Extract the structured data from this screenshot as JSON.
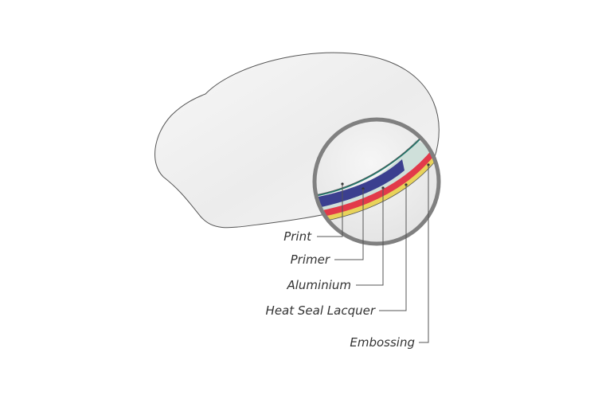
{
  "diagram": {
    "layers": [
      {
        "label": "Print",
        "color": "#1f7a6e"
      },
      {
        "label": "Primer",
        "color": "#3b3f8f"
      },
      {
        "label": "Aluminium",
        "color": "#cfe0da"
      },
      {
        "label": "Heat Seal Lacquer",
        "color": "#e23a4a"
      },
      {
        "label": "Embossing",
        "color": "#e8d35a"
      }
    ],
    "colors": {
      "lid_fill": "#f2f2f2",
      "outline": "#555555",
      "magnifier_ring": "#808080"
    }
  }
}
